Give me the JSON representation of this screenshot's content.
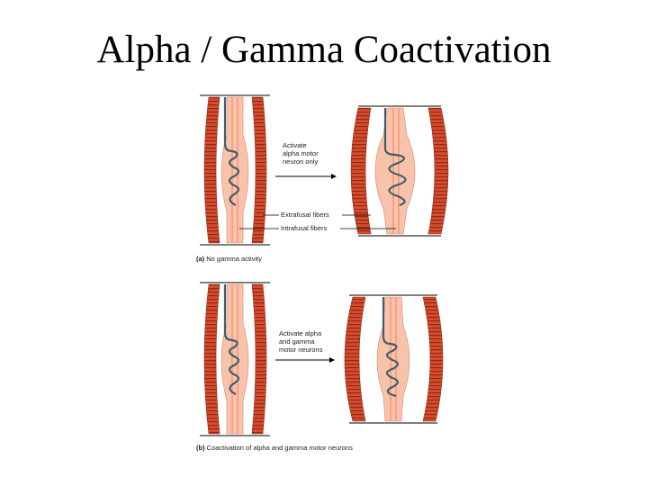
{
  "title": "Alpha / Gamma Coactivation",
  "colors": {
    "extrafusal_fiber": "#d84c2c",
    "extrafusal_stripe": "#8e2a18",
    "intrafusal_fiber": "#f6b59c",
    "spindle_capsule": "#f9c3ab",
    "sensory_neuron": "#3e5e6c",
    "guide_lines": "#000000"
  },
  "panel_a": {
    "caption_tag": "(a)",
    "caption_text": "No gamma activity",
    "arrow_label": [
      "Activate",
      "alpha motor",
      "neuron only"
    ],
    "label_extrafusal": "Extrafusal fibers",
    "label_intrafusal": "Intrafusal fibers"
  },
  "panel_b": {
    "caption_tag": "(b)",
    "caption_text": "Coactivation of alpha and gamma motor neurons",
    "arrow_label": [
      "Activate alpha",
      "and gamma",
      "motor neurons"
    ]
  }
}
